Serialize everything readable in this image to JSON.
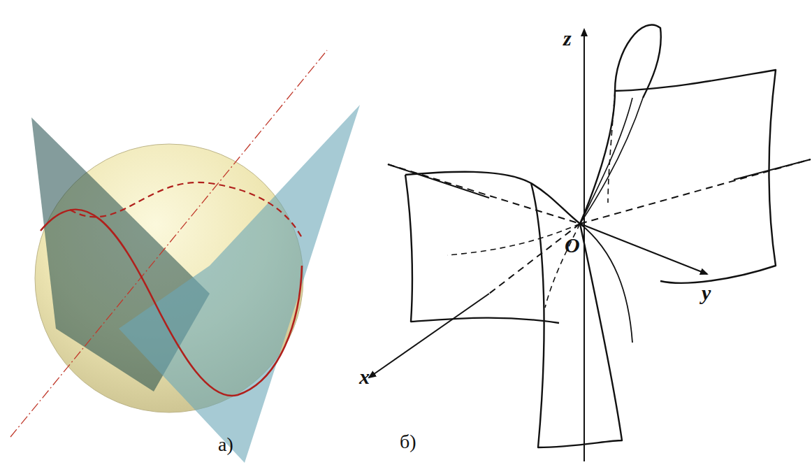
{
  "diagram": {
    "labels": [
      "а)",
      "б)",
      "z",
      "O",
      "y",
      "x"
    ]
  }
}
